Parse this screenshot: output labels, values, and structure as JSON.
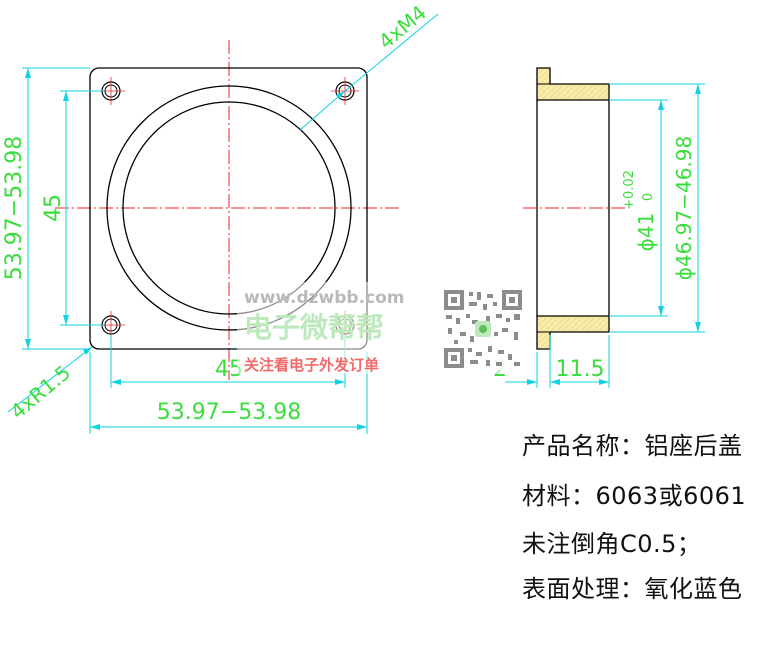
{
  "dimensions": {
    "thread_holes": "4xM4",
    "height_outer": "53.97−53.98",
    "height_hole_pitch": "45",
    "corner_radius": "4xR1.5",
    "width_hole_pitch": "45",
    "width_outer": "53.97−53.98",
    "flange_thickness": "2",
    "body_length": "11.5",
    "bore_diameter": "ϕ41",
    "bore_tol_upper": "+0.02",
    "bore_tol_lower": "0",
    "outer_diameter": "ϕ46.97−46.98"
  },
  "notes": {
    "product_name": "产品名称：铝座后盖",
    "material": "材料：6063或6061",
    "chamfer": "未注倒角C0.5；",
    "surface": "表面处理：氧化蓝色"
  },
  "watermark": {
    "url": "www.dzwbb.com",
    "title": "电子微帮帮",
    "subtitle": "关注看电子外发订单"
  },
  "colors": {
    "outline": "#000000",
    "centerline": "#e8262a",
    "dimension": "#0fd3e2",
    "dimension_text_green": "#39dd3c",
    "section_fill": "#f6ecaa"
  }
}
